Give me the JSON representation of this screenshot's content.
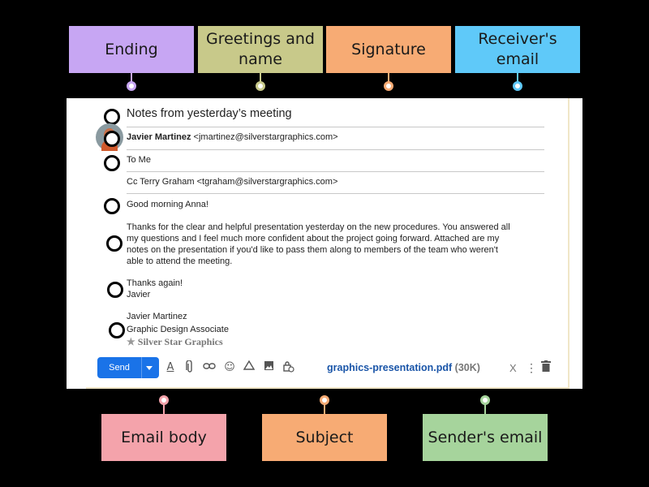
{
  "labels": {
    "ending": {
      "text": "Ending",
      "color": "#c7a6f3",
      "dot": "#c7a6f3"
    },
    "greetings": {
      "text": "Greetings and name",
      "color": "#c8c98a",
      "dot": "#c8c98a"
    },
    "signature": {
      "text": "Signature",
      "color": "#f7ab74",
      "dot": "#f7ab74"
    },
    "receivers_email": {
      "text": "Receiver's email",
      "color": "#5fc9f9",
      "dot": "#5fc9f9"
    },
    "email_body": {
      "text": "Email body",
      "color": "#f4a3ab",
      "dot": "#f4a3ab"
    },
    "subject": {
      "text": "Subject",
      "color": "#f7ab74",
      "dot": "#f7ab74"
    },
    "senders_email": {
      "text": "Sender's email",
      "color": "#a6d49c",
      "dot": "#a6d49c"
    }
  },
  "email": {
    "subject": "Notes from yesterday’s meeting",
    "from_name": "Javier Martinez",
    "from_address": "<jmartinez@silverstargraphics.com>",
    "to": "To Me",
    "cc": "Cc Terry Graham <tgraham@silverstargraphics.com>",
    "greeting": "Good morning Anna!",
    "body_lines": [
      "Thanks for the clear and helpful presentation yesterday on the new procedures. You answered all",
      "my questions and I feel much more confident about the project going forward. Attached are my",
      "notes on the presentation if you'd like to pass them along to members of the team who weren't",
      "able to attend the meeting."
    ],
    "closing_lines": [
      "Thanks again!",
      "Javier"
    ],
    "signature_name": "Javier Martinez",
    "signature_title": "Graphic Design Associate",
    "signature_company": "Silver Star Graphics",
    "send_label": "Send",
    "attachment_name": "graphics-presentation.pdf",
    "attachment_size": "(30K)",
    "attachment_close": "X",
    "more_options": "⋮"
  },
  "icons": [
    "format-text-icon",
    "attach-icon",
    "link-icon",
    "emoji-icon",
    "drive-icon",
    "image-icon",
    "confidential-icon",
    "delete-icon",
    "star-icon"
  ]
}
